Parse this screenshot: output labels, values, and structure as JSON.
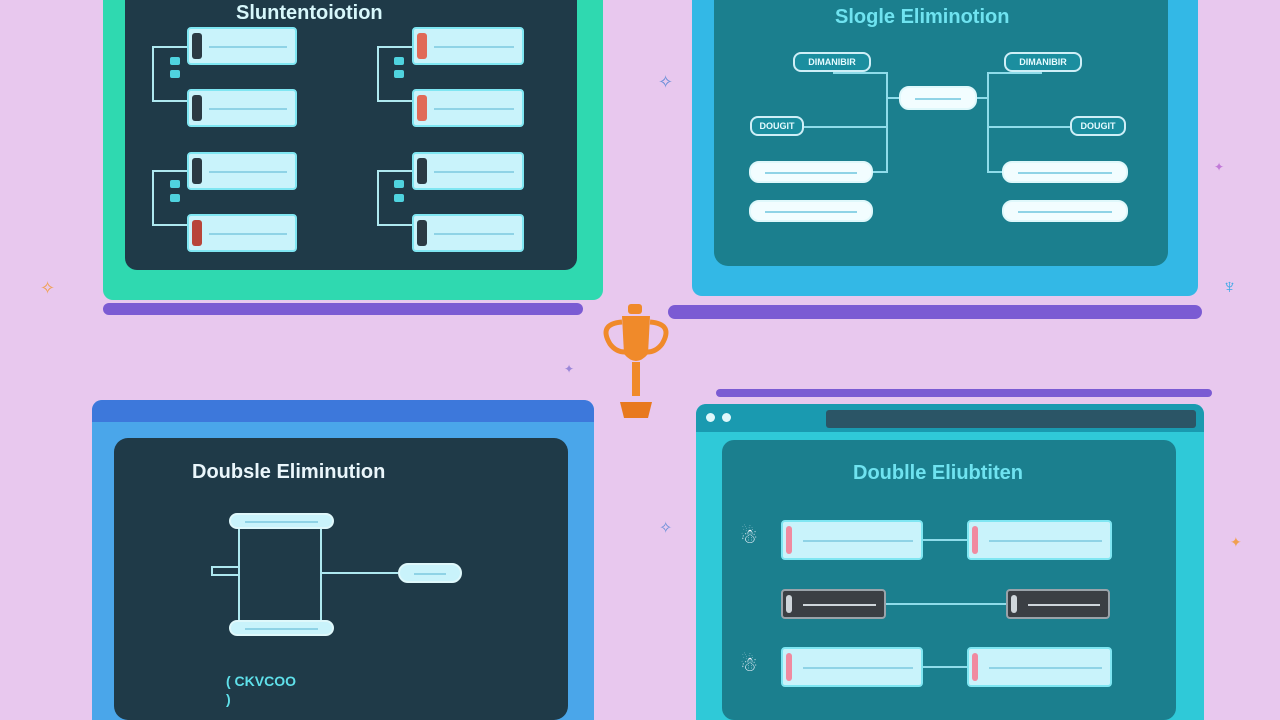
{
  "panels": {
    "top_left": {
      "title": "Sluntentoiotion"
    },
    "top_right": {
      "title": "Slogle Eliminotion",
      "left_tag": "DIMANIBIR",
      "right_tag": "DIMANIBIR",
      "mid_left_tag": "DOUGIT",
      "mid_right_tag": "DOUGIT"
    },
    "bottom_left": {
      "title": "Doubsle Eliminution",
      "footer_button": "( CKVCOO )"
    },
    "bottom_right": {
      "title": "Doublle Eliubtiten"
    }
  },
  "colors": {
    "background": "#e8c8ee",
    "panel_dark": "#1f3a48",
    "panel_teal": "#1b7f8e",
    "frame_green": "#2fd9b0",
    "frame_blue": "#33b8e6",
    "frame_purple": "#7b5bd3",
    "trophy": "#f08a2a"
  },
  "icons": [
    "trophy-icon",
    "sparkle-icon",
    "window-dot-icon"
  ]
}
